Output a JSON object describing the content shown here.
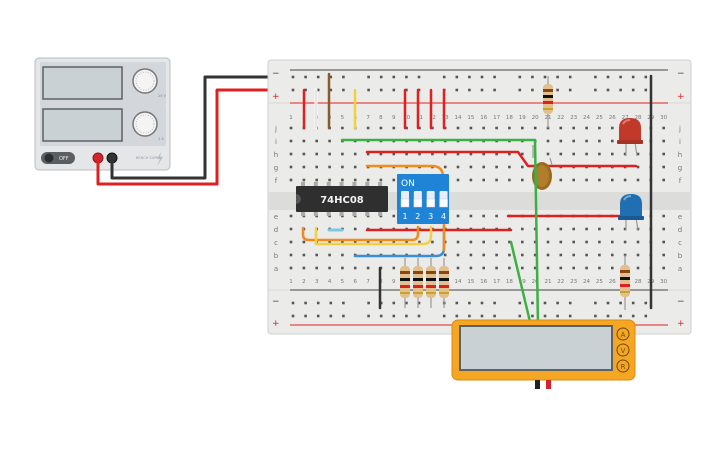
{
  "power_supply": {
    "off_label": "OFF",
    "brand": "BENCH SUPPLY",
    "ch1_value": "25 V",
    "ch2_value": "1 A",
    "knob1_label": "",
    "knob2_label": ""
  },
  "breadboard": {
    "plus_label": "+",
    "minus_label": "−",
    "rows_top": [
      "j",
      "i",
      "h",
      "g",
      "f"
    ],
    "rows_bottom": [
      "e",
      "d",
      "c",
      "b",
      "a"
    ],
    "column_numbers_top": [
      "1",
      "2",
      "3",
      "4",
      "5",
      "6",
      "7",
      "8",
      "9",
      "10",
      "11",
      "12",
      "13",
      "14",
      "15",
      "16",
      "17",
      "18",
      "19",
      "20",
      "21",
      "22",
      "23",
      "24",
      "25",
      "26",
      "27",
      "28",
      "29",
      "30"
    ],
    "column_numbers_bottom": [
      "1",
      "2",
      "3",
      "4",
      "5",
      "6",
      "7",
      "8",
      "9",
      "10",
      "11",
      "12",
      "13",
      "14",
      "15",
      "16",
      "17",
      "18",
      "19",
      "20",
      "21",
      "22",
      "23",
      "24",
      "25",
      "26",
      "27",
      "28",
      "29",
      "30"
    ]
  },
  "ic": {
    "label": "74HC08"
  },
  "dip_switch": {
    "on_label": "ON",
    "numbers": [
      "1",
      "2",
      "3",
      "4"
    ]
  },
  "multimeter": {
    "mode_a": "A",
    "mode_v": "V",
    "mode_r": "R"
  },
  "colors": {
    "wire_red": "#e02020",
    "wire_black": "#333333",
    "wire_green": "#3cb043",
    "wire_orange": "#f08c1e",
    "wire_yellow": "#f4d03f",
    "wire_blue": "#3a8ed6",
    "ic_body": "#2f2f2f",
    "switch_body": "#1f84d6",
    "meter_body": "#f5a623",
    "led_red": "#c0392b",
    "led_blue": "#1f6fb2"
  }
}
